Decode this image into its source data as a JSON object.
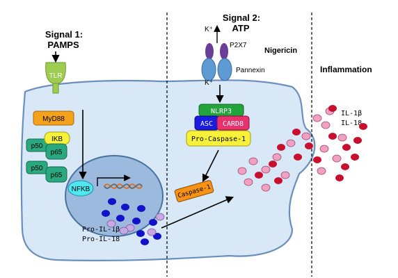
{
  "signal1": {
    "line1": "Signal 1:",
    "line2": "PAMPS"
  },
  "signal2": {
    "line1": "Signal 2:",
    "line2": "ATP"
  },
  "receptors": {
    "tlr": "TLR",
    "p2x7": "P2X7",
    "pannexin": "Pannexin",
    "k_out": "K⁺",
    "k_in": "K⁺"
  },
  "labels": {
    "nigericin": "Nigericin",
    "inflammation": "Inflammation"
  },
  "proteins": {
    "myd88": "MyD88",
    "ikb": "IKB",
    "p50_a": "p50",
    "p65_a": "p65",
    "p50_b": "p50",
    "p65_b": "p65",
    "nfkb": "NFKB",
    "nlrp3": "NLRP3",
    "asc": "ASC",
    "card8": "CARD8",
    "pro_caspase": "Pro-Caspase-1",
    "caspase": "Caspase-1"
  },
  "products": {
    "pro_il1b": "Pro-IL-1β",
    "pro_il18": "Pro-IL-18",
    "il1b": "IL-1β",
    "il18": "IL-18"
  },
  "colors": {
    "cell": "#d9e8f6",
    "nucleus": "#9cb9de",
    "myd88": "#f4a11c",
    "ikb": "#f6f23a",
    "p_subunit": "#2aa880",
    "nfkb": "#4fe6f0",
    "nlrp3": "#22a33c",
    "asc": "#1a1ae0",
    "card8": "#e8326e",
    "pro_caspase": "#f7f13a",
    "caspase": "#f79214",
    "tlr": "#9ecc52",
    "p2x7": "#6a3e98",
    "pannexin": "#5e9ad4",
    "dark_dot": "#c8102e",
    "pink_dot": "#f1a0c0",
    "lilac_dot": "#c8a8e2",
    "blue_dot": "#1212c8"
  }
}
